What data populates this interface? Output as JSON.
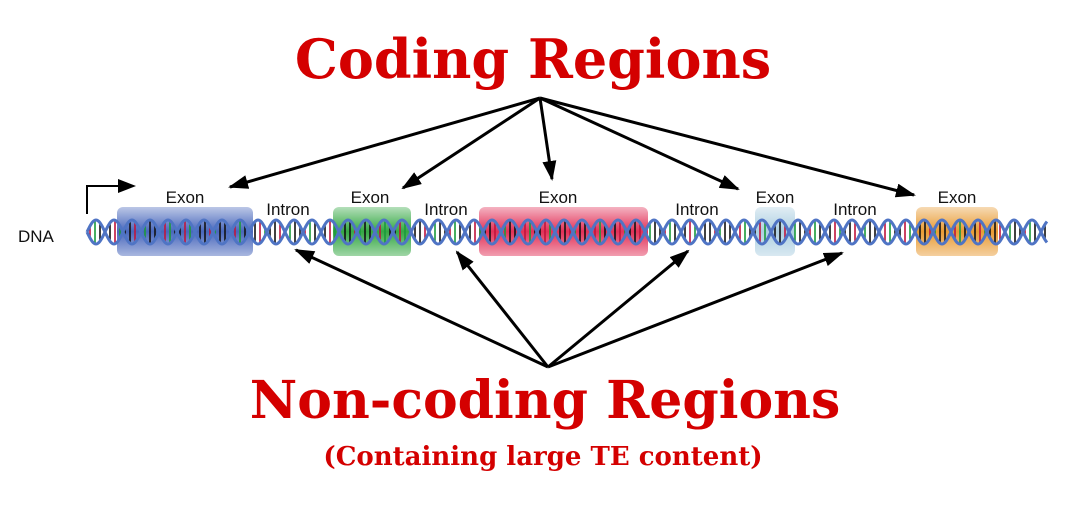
{
  "title": "Coding Regions",
  "bottom_title": "Non-coding Regions",
  "bottom_subtitle": "(Containing large TE content)",
  "dna_label": "DNA",
  "exons": [
    {
      "label": "Exon",
      "color": "#3f5fb8"
    },
    {
      "label": "Exon",
      "color": "#2aa33a"
    },
    {
      "label": "Exon",
      "color": "#e0264f"
    },
    {
      "label": "Exon",
      "color": "#a9cde0"
    },
    {
      "label": "Exon",
      "color": "#e7962a"
    }
  ],
  "introns": [
    {
      "label": "Intron"
    },
    {
      "label": "Intron"
    },
    {
      "label": "Intron"
    },
    {
      "label": "Intron"
    }
  ],
  "colors": {
    "title": "#d40000",
    "strand": "#4f74c4"
  }
}
